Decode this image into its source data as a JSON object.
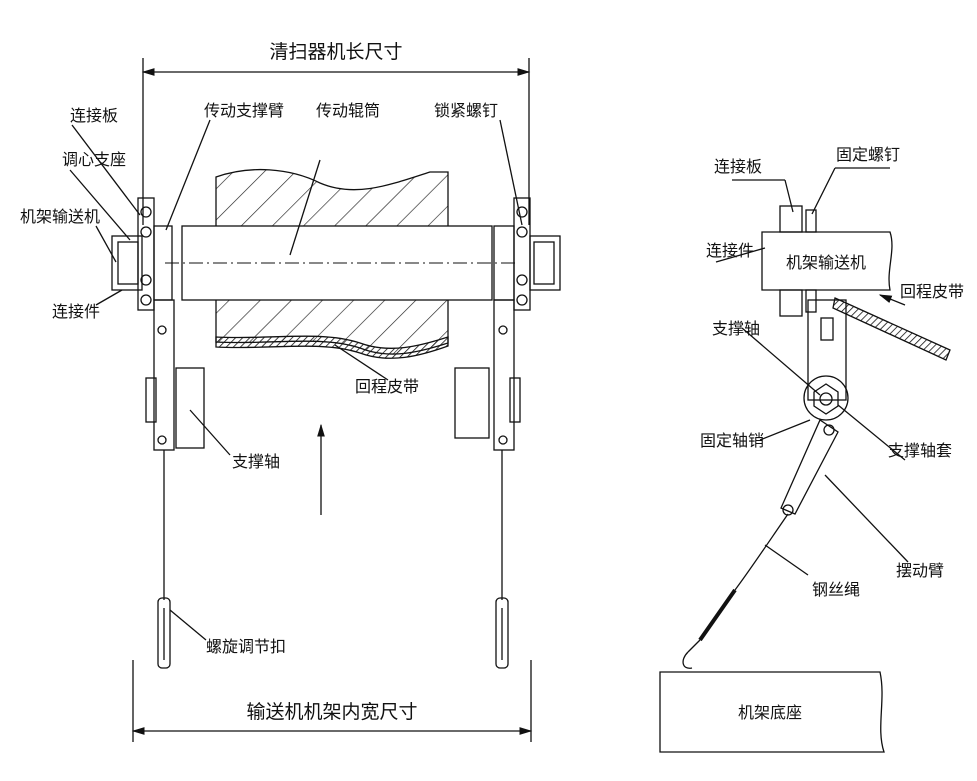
{
  "front_view": {
    "dim_top": "清扫器机长尺寸",
    "dim_bottom": "输送机机架内宽尺寸",
    "labels": {
      "connecting_plate": "连接板",
      "self_aligning_seat": "调心支座",
      "conveyor_frame": "机架输送机",
      "connector": "连接件",
      "drive_support_arm": "传动支撑臂",
      "drive_roller": "传动辊筒",
      "locking_screw": "锁紧螺钉",
      "return_belt": "回程皮带",
      "support_shaft": "支撑轴",
      "turnbuckle": "螺旋调节扣"
    }
  },
  "side_view": {
    "labels": {
      "connecting_plate": "连接板",
      "fixing_screw": "固定螺钉",
      "connector": "连接件",
      "conveyor_frame": "机架输送机",
      "return_belt": "回程皮带",
      "support_shaft": "支撑轴",
      "fixed_pin": "固定轴销",
      "shaft_sleeve": "支撑轴套",
      "swing_arm": "摆动臂",
      "wire_rope": "钢丝绳",
      "frame_base": "机架底座"
    }
  }
}
